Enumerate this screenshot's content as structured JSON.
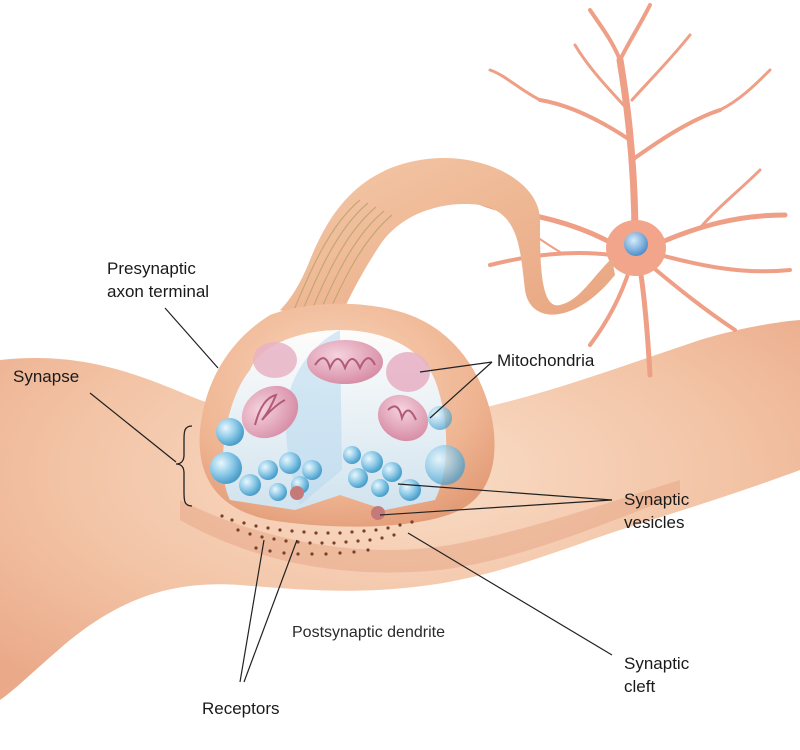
{
  "labels": {
    "presynaptic_line1": "Presynaptic",
    "presynaptic_line2": "axon terminal",
    "synapse": "Synapse",
    "mitochondria": "Mitochondria",
    "synaptic_vesicles_line1": "Synaptic",
    "synaptic_vesicles_line2": "vesicles",
    "postsynaptic_dendrite": "Postsynaptic dendrite",
    "synaptic_cleft_line1": "Synaptic",
    "synaptic_cleft_line2": "cleft",
    "receptors": "Receptors"
  },
  "colors": {
    "background": "#ffffff",
    "dendrite_skin": "#f2c4a6",
    "neuron": "#f0a58c",
    "axon": "#eeb48e",
    "terminal": "#f1bd9b",
    "cutaway_interior": "#dcecf7",
    "mitochondria": "#e2a3b8",
    "vesicles": "#7fc3e4",
    "nucleus": "#6aa6d8",
    "leader_lines": "#222222"
  },
  "icons": {
    "neuron": "neuron-cell-icon"
  }
}
